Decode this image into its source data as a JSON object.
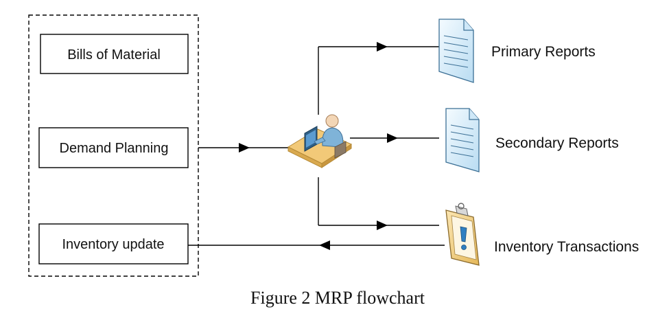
{
  "figure": {
    "caption": "Figure 2 MRP flowchart",
    "inputs": [
      {
        "label": "Bills of Material"
      },
      {
        "label": "Demand Planning"
      },
      {
        "label": "Inventory update"
      }
    ],
    "outputs": [
      {
        "label": "Primary Reports",
        "icon": "document-icon"
      },
      {
        "label": "Secondary Reports",
        "icon": "document-icon"
      },
      {
        "label": "Inventory Transactions",
        "icon": "clipboard-alert-icon"
      }
    ],
    "processor_icon": "user-at-computer-icon"
  },
  "colors": {
    "line": "#000000",
    "document_fill": "#dff0fb",
    "document_stroke": "#3b6f95",
    "desk": "#f2c978",
    "clipboard": "#f1d08a"
  }
}
